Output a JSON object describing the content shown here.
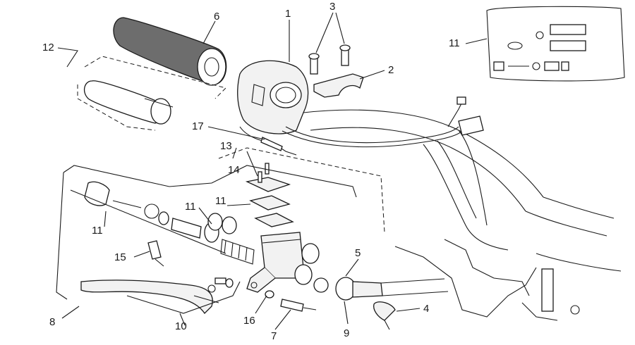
{
  "diagram": {
    "colors": {
      "ink": "#1a1a1a",
      "part_fill": "#f2f2f2",
      "grip_fill": "#6d6d6d"
    },
    "callouts": [
      {
        "id": "c1",
        "text": "1"
      },
      {
        "id": "c2",
        "text": "2"
      },
      {
        "id": "c3",
        "text": "3"
      },
      {
        "id": "c4",
        "text": "4"
      },
      {
        "id": "c5",
        "text": "5"
      },
      {
        "id": "c6",
        "text": "6"
      },
      {
        "id": "c7",
        "text": "7"
      },
      {
        "id": "c8",
        "text": "8"
      },
      {
        "id": "c9",
        "text": "9"
      },
      {
        "id": "c10",
        "text": "10"
      },
      {
        "id": "c11a",
        "text": "11"
      },
      {
        "id": "c11b",
        "text": "11"
      },
      {
        "id": "c11c",
        "text": "11"
      },
      {
        "id": "c11d",
        "text": "11"
      },
      {
        "id": "c12",
        "text": "12"
      },
      {
        "id": "c13",
        "text": "13"
      },
      {
        "id": "c14",
        "text": "14"
      },
      {
        "id": "c15",
        "text": "15"
      },
      {
        "id": "c16",
        "text": "16"
      },
      {
        "id": "c17",
        "text": "17"
      }
    ]
  }
}
